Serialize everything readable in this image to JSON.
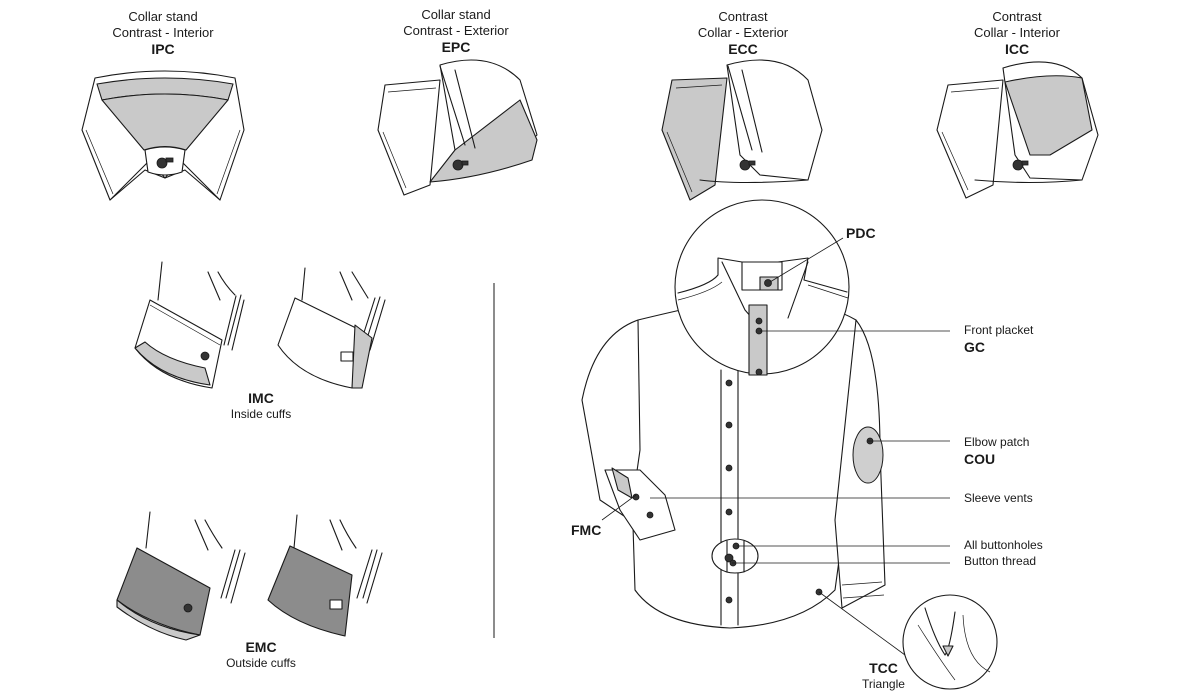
{
  "collars": [
    {
      "line1": "Collar stand",
      "line2": "Contrast - Interior",
      "code": "IPC"
    },
    {
      "line1": "Collar stand",
      "line2": "Contrast - Exterior",
      "code": "EPC"
    },
    {
      "line1": "Contrast",
      "line2": "Collar - Exterior",
      "code": "ECC"
    },
    {
      "line1": "Contrast",
      "line2": "Collar - Interior",
      "code": "ICC"
    }
  ],
  "cuffs": [
    {
      "code": "IMC",
      "desc": "Inside cuffs"
    },
    {
      "code": "EMC",
      "desc": "Outside cuffs"
    }
  ],
  "callouts": {
    "pdc": "PDC",
    "front_placket": {
      "desc": "Front placket",
      "code": "GC"
    },
    "elbow_patch": {
      "desc": "Elbow patch",
      "code": "COU"
    },
    "sleeve_vents": "Sleeve vents",
    "all_buttonholes": "All buttonholes",
    "button_thread": "Button thread",
    "fmc": "FMC",
    "tcc": {
      "code": "TCC",
      "desc": "Triangle"
    }
  },
  "colors": {
    "contrast_light": "#c9c9c9",
    "contrast_dark": "#8c8c8c",
    "line": "#1a1a1a"
  }
}
